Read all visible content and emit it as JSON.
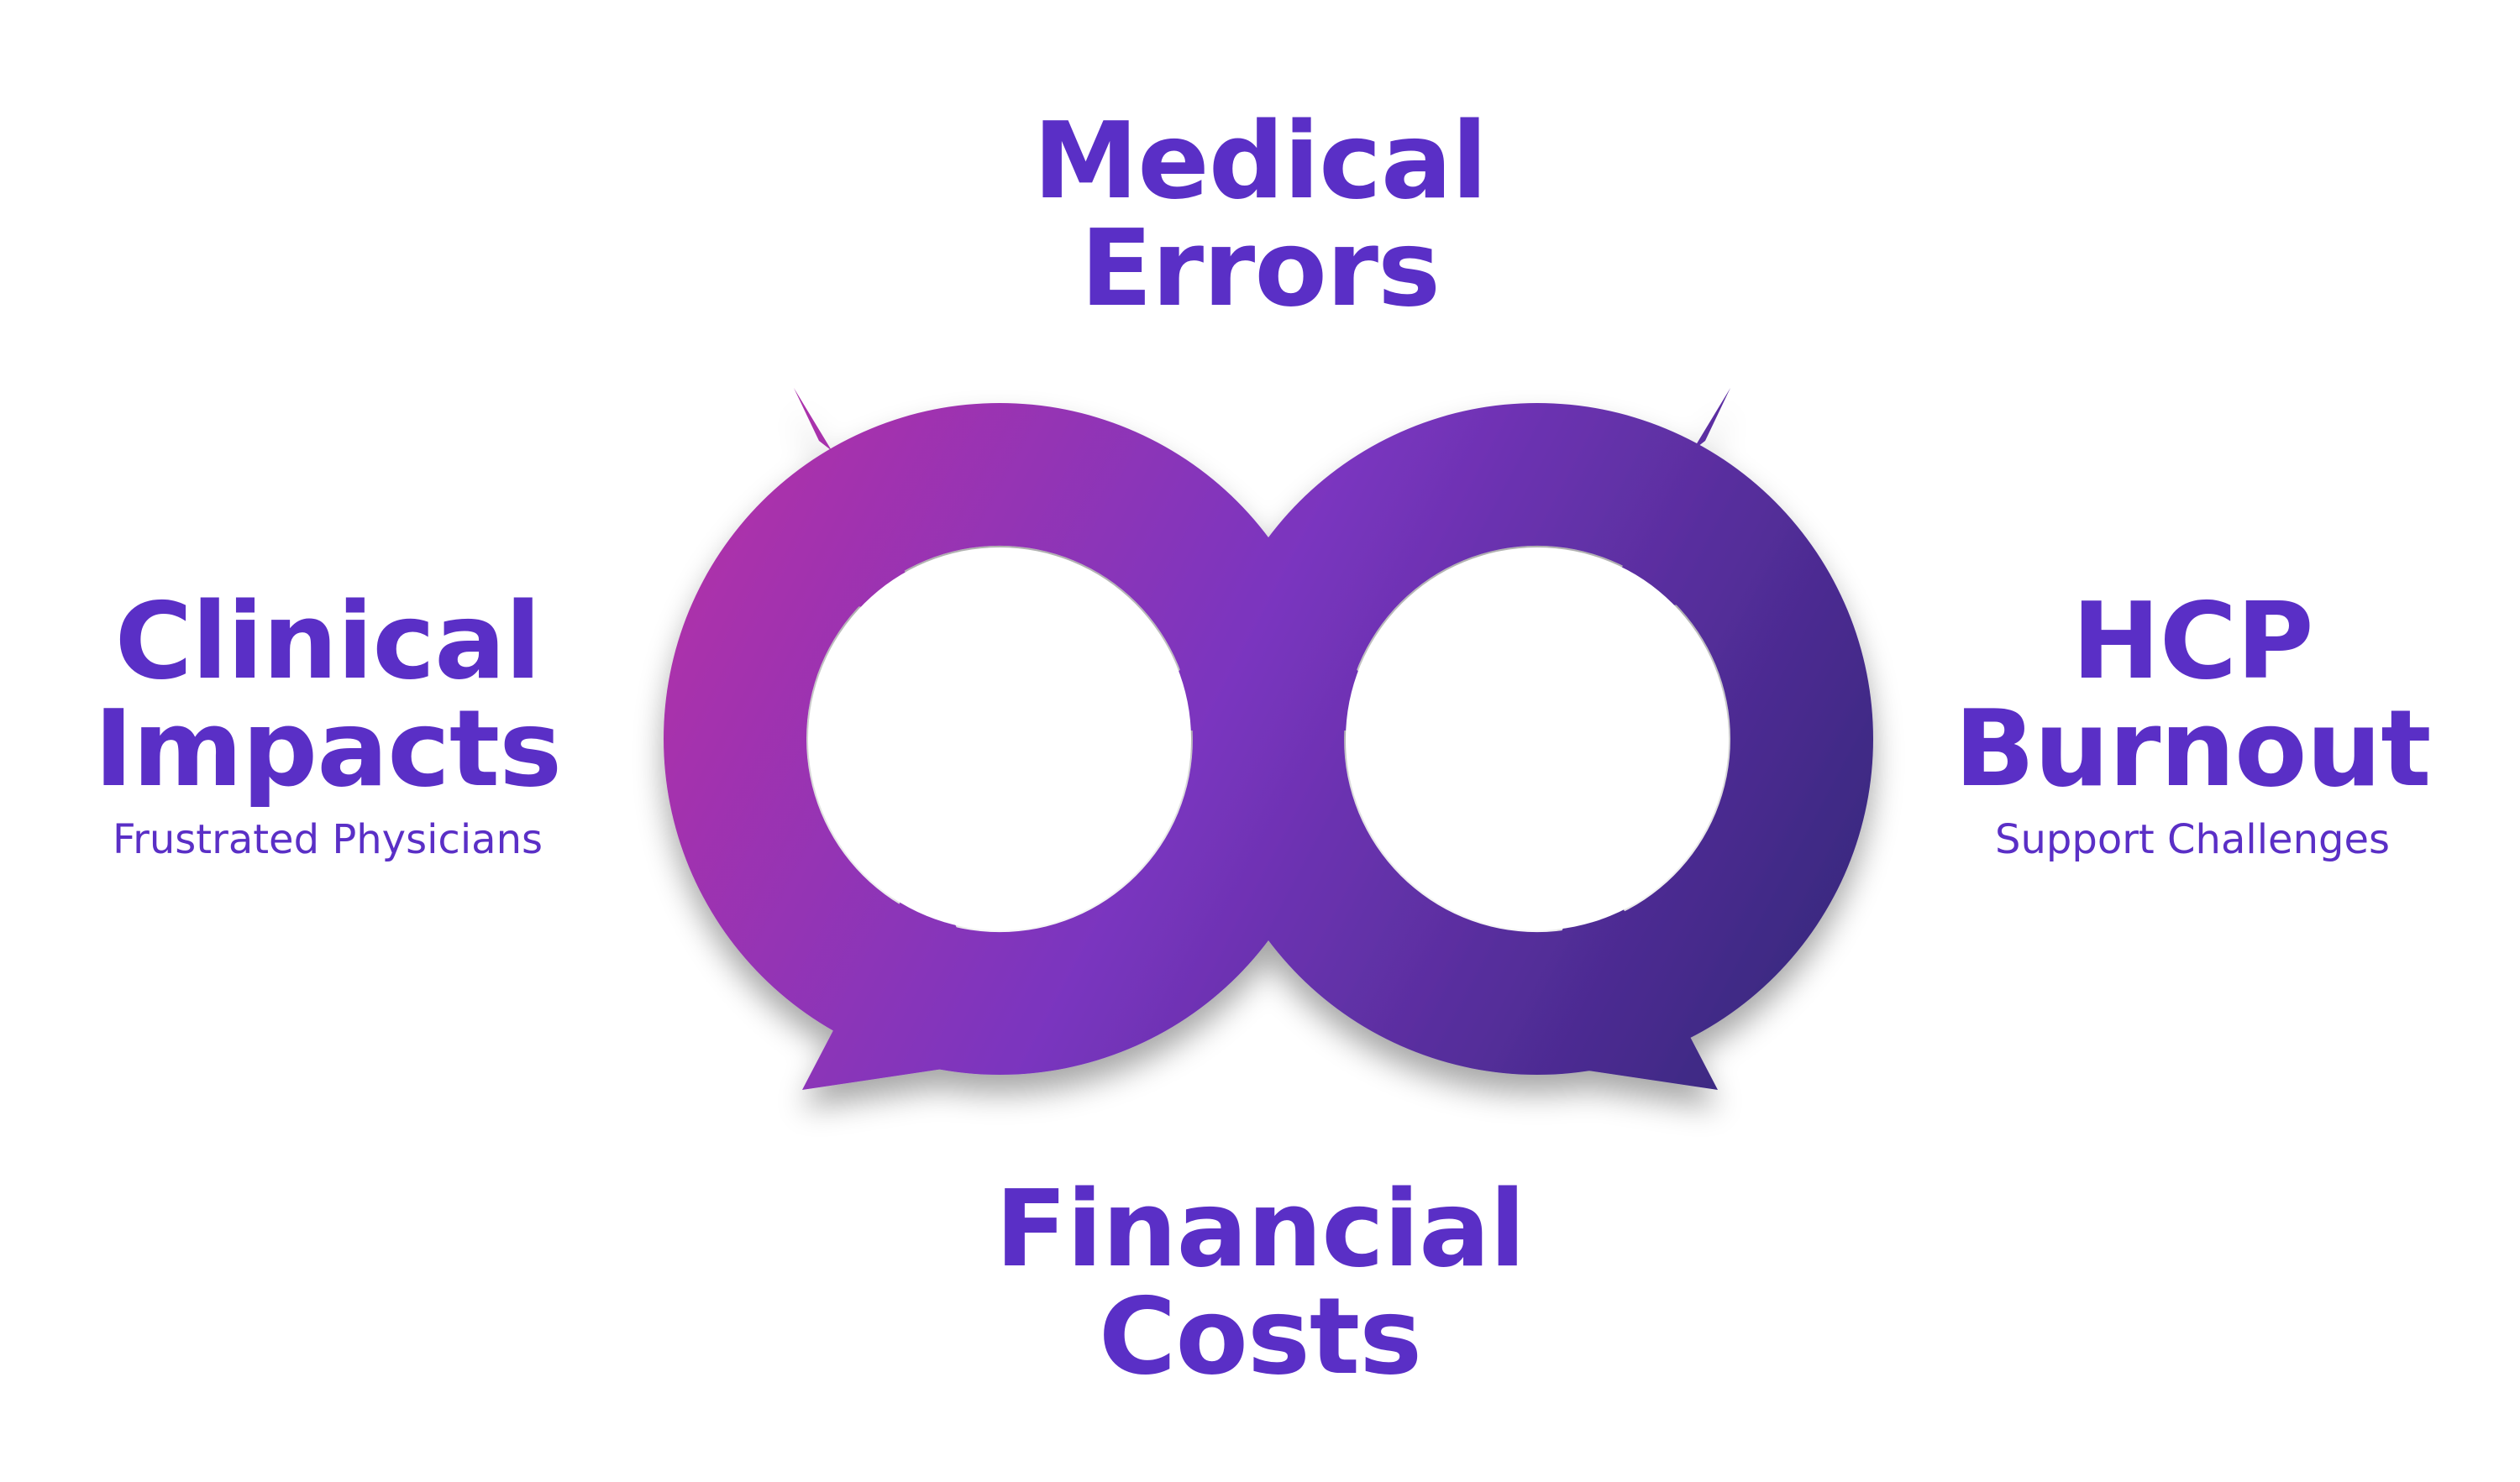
{
  "nodes": {
    "top": {
      "title_line1": "Medical",
      "title_line2": "Errors"
    },
    "left": {
      "title_line1": "Clinical",
      "title_line2": "Impacts",
      "subtitle": "Frustrated Physicians"
    },
    "right": {
      "title_line1": "HCP",
      "title_line2": "Burnout",
      "subtitle": "Support Challenges"
    },
    "bottom": {
      "title_line1": "Financial",
      "title_line2": "Costs"
    }
  },
  "colors": {
    "label_text": "#5a2fc6",
    "gradient_magenta": "#b232a8",
    "gradient_violet": "#7a35bf",
    "gradient_indigo": "#34277a"
  },
  "icons": [
    "infinity-loop-arrows"
  ]
}
